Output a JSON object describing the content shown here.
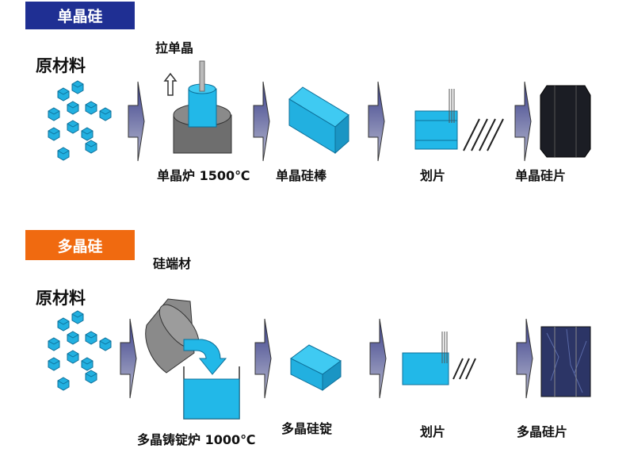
{
  "colors": {
    "mono_header": "#1f2f93",
    "poly_header": "#f06a10",
    "silicon": "#22b8e8",
    "furnace": "#6e6e6e"
  },
  "mono": {
    "header": "单晶硅",
    "raw_material": "原材料",
    "pull_label": "拉单晶",
    "furnace_label": "单晶炉  1500℃",
    "ingot_label": "单晶硅棒",
    "slicing_label": "划片",
    "wafer_label": "单晶硅片"
  },
  "poly": {
    "header": "多晶硅",
    "scrap_label": "硅端材",
    "raw_material": "原材料",
    "furnace_label": "多晶铸锭炉  1000℃",
    "ingot_label": "多晶硅锭",
    "slicing_label": "划片",
    "wafer_label": "多晶硅片"
  }
}
